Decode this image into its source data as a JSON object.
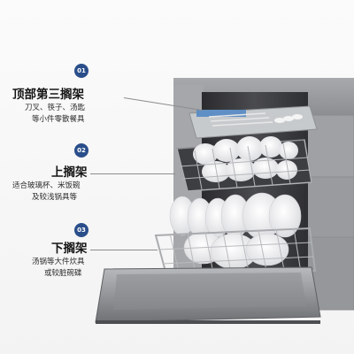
{
  "racks": [
    {
      "number": "01",
      "title": "顶部第三搁架",
      "lines": [
        "刀叉、筷子、汤匙",
        "等小件零散餐具"
      ]
    },
    {
      "number": "02",
      "title": "上搁架",
      "lines": [
        "适合玻璃杯、米饭碗",
        "及较浅锅具等"
      ]
    },
    {
      "number": "03",
      "title": "下搁架",
      "lines": [
        "汤锅等大件炊具",
        "或较脏碗碟"
      ]
    }
  ],
  "colors": {
    "badge": "#2a4e8a",
    "cabinet": "#9a9c9f",
    "steel": "#b9bbbe"
  }
}
